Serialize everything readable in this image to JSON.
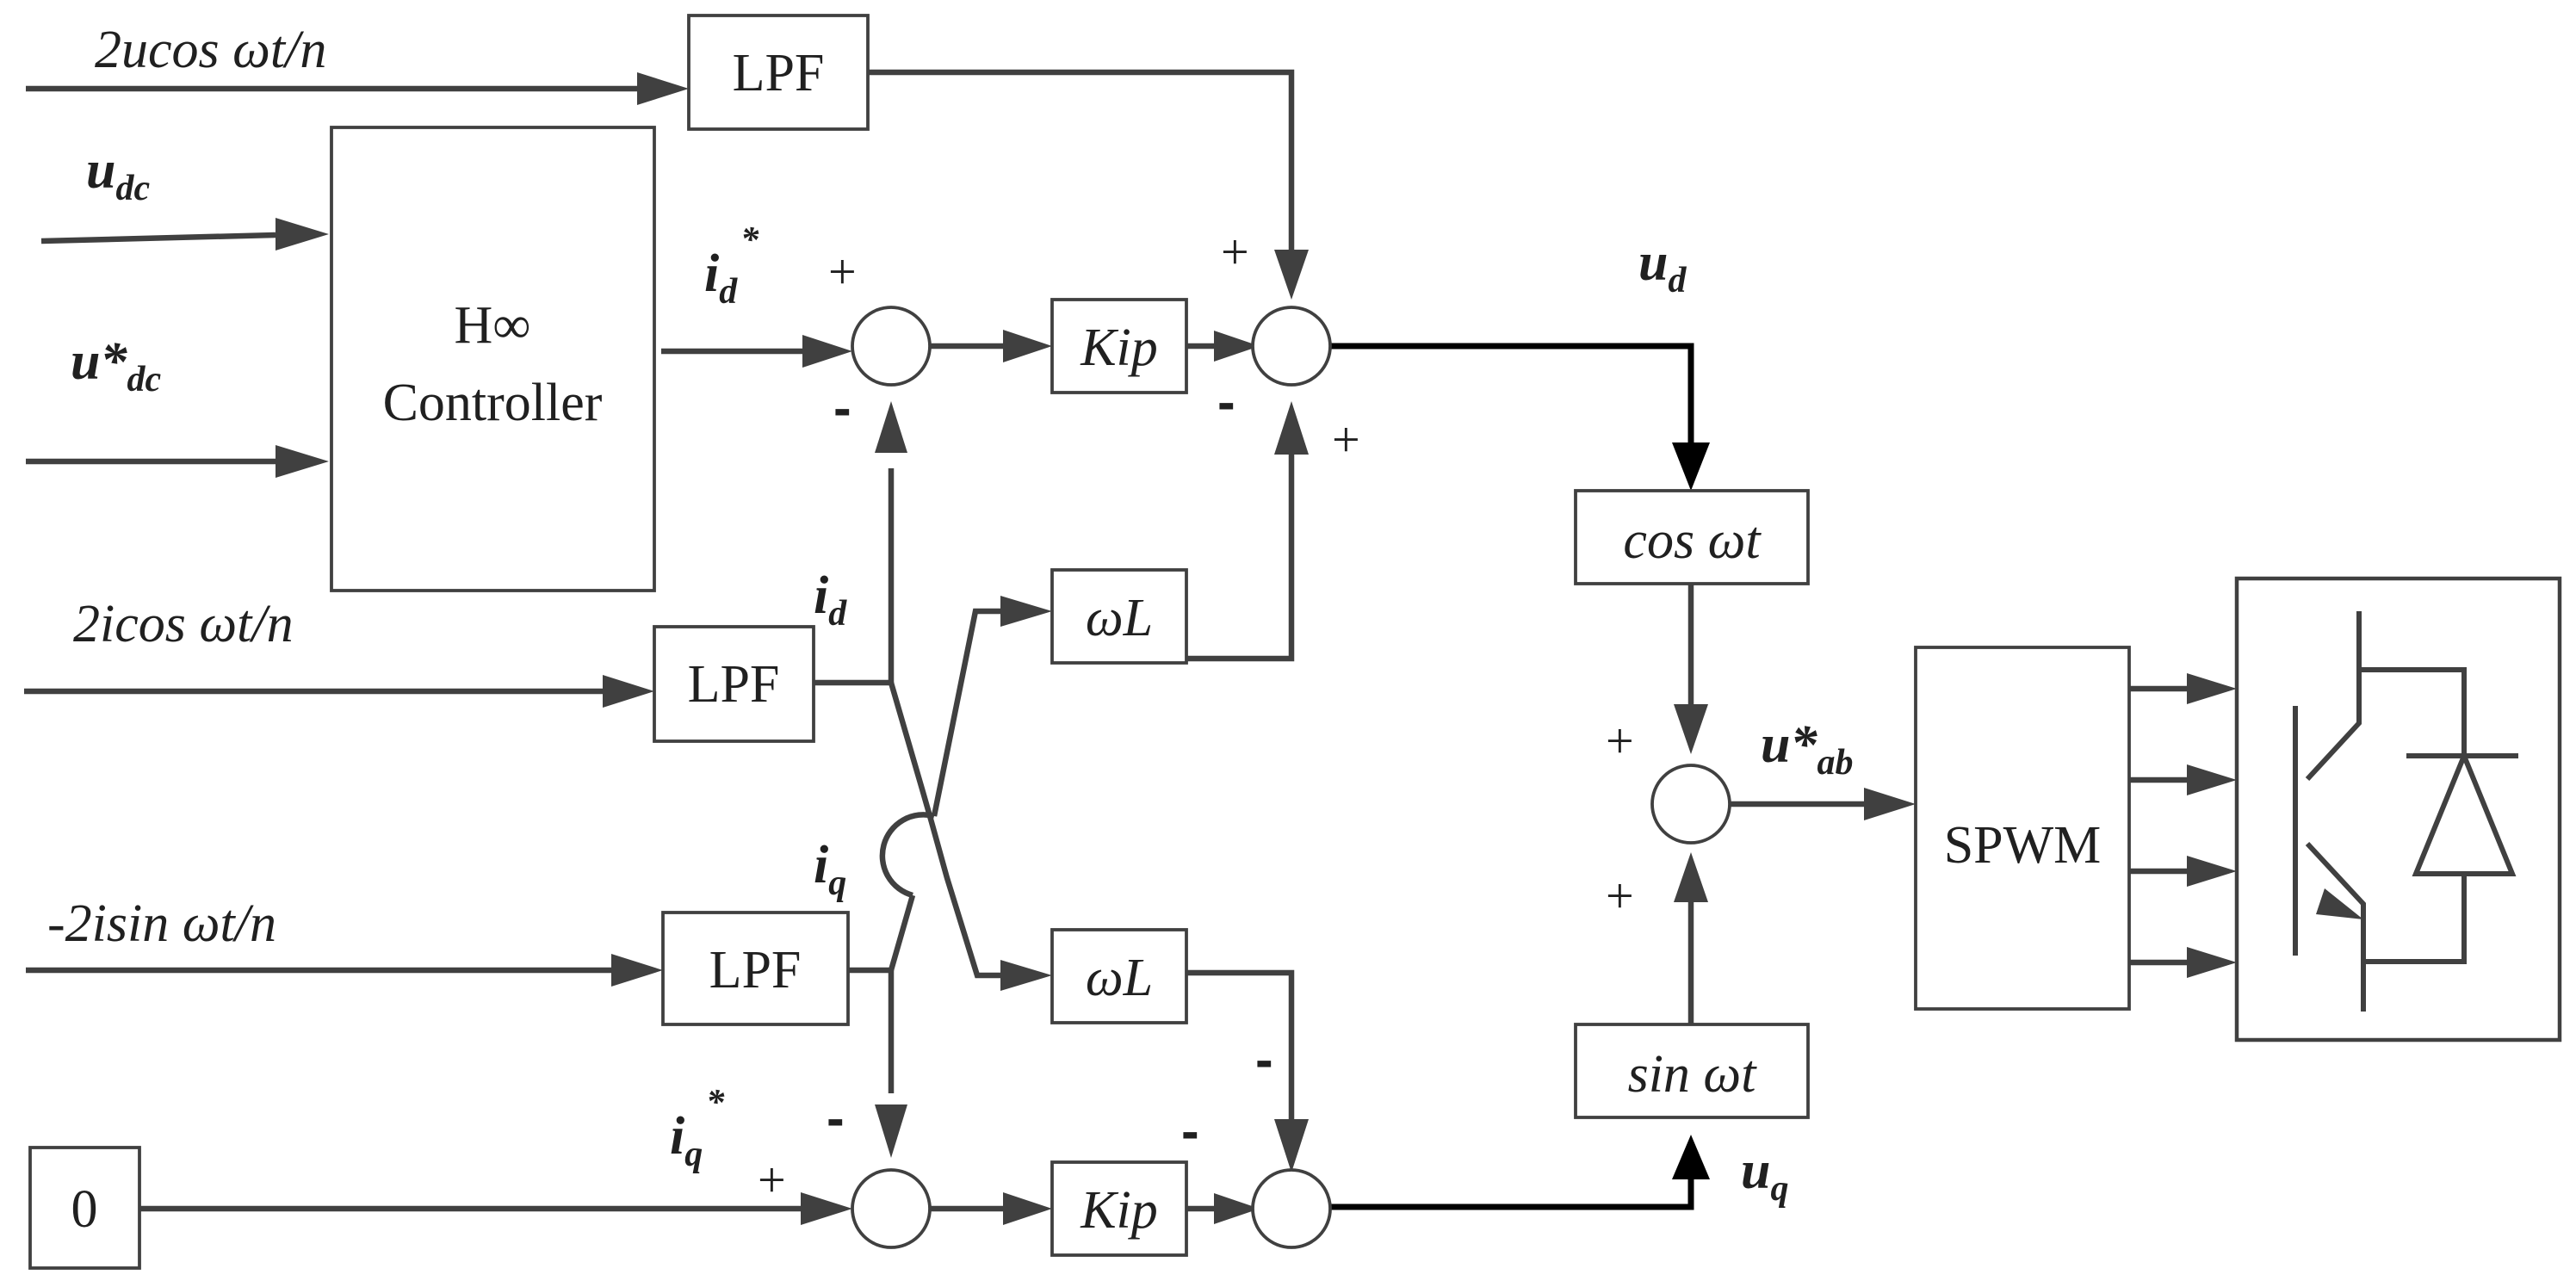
{
  "inputs": {
    "u_cos": "2ucos ωt/n",
    "u_dc": "u",
    "u_dc_sub": "dc",
    "u_dc_ref": "u*",
    "u_dc_ref_sub": "dc",
    "i_cos": "2icos ωt/n",
    "i_sin": "-2isin ωt/n",
    "zero": "0"
  },
  "blocks": {
    "lpf_top": "LPF",
    "lpf_mid": "LPF",
    "lpf_bot": "LPF",
    "controller_line1": "H∞",
    "controller_line2": "Controller",
    "kip_top": "Kip",
    "kip_bot": "Kip",
    "omega_l_top": "ωL",
    "omega_l_bot": "ωL",
    "cos_block": "cos ωt",
    "sin_block": "sin ωt",
    "spwm": "SPWM"
  },
  "signals": {
    "id_ref": "i",
    "id_ref_sub": "d",
    "id_ref_sup": "*",
    "id": "i",
    "id_sub": "d",
    "iq": "i",
    "iq_sub": "q",
    "iq_ref": "i",
    "iq_ref_sub": "q",
    "iq_ref_sup": "*",
    "ud": "u",
    "ud_sub": "d",
    "uq": "u",
    "uq_sub": "q",
    "uab": "u*",
    "uab_sub": "ab"
  },
  "signs": {
    "sum1_plus": "+",
    "sum1_minus": "-",
    "sum2_plus_top": "+",
    "sum2_minus": "-",
    "sum2_plus_bot": "+",
    "sum3_plus": "+",
    "sum3_minus": "-",
    "sum4_minus_left": "-",
    "sum4_minus_top": "-",
    "sum5_plus_top": "+",
    "sum5_plus_bot": "+"
  }
}
